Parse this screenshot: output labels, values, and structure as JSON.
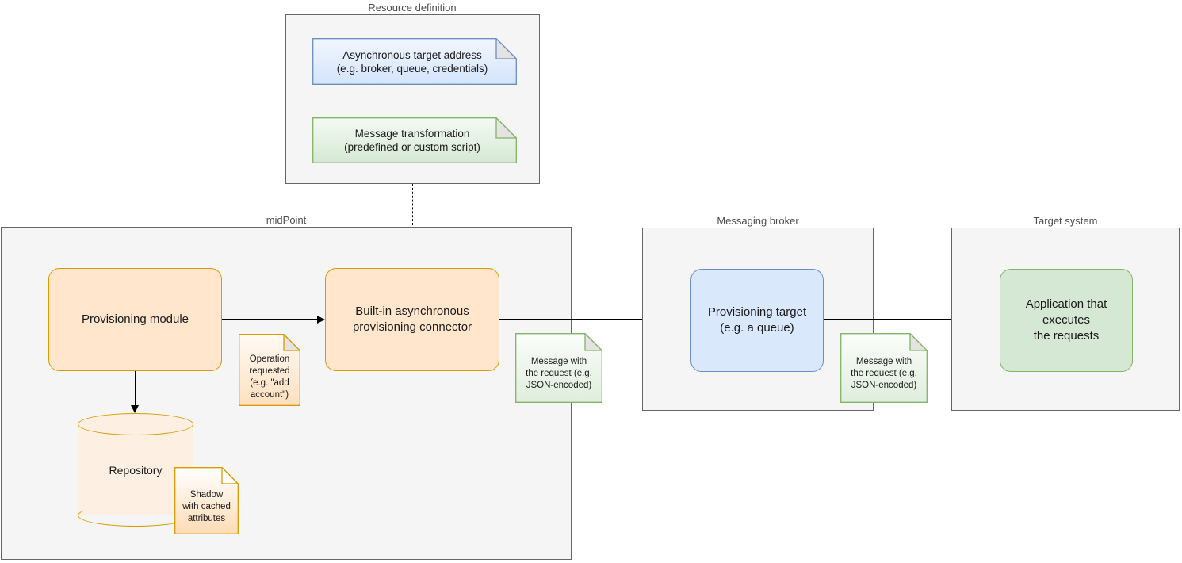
{
  "diagram": {
    "title_hidden": "",
    "colors": {
      "orange_fill": "#ffe6cc",
      "orange_stroke": "#d79b00",
      "blue_fill": "#dae8fc",
      "blue_stroke": "#6c8ebf",
      "green_fill": "#d5e8d4",
      "green_stroke": "#82b366",
      "container_fill": "#f5f5f5",
      "container_stroke": "#666666",
      "note_fold": "#e8e8e8",
      "text": "#1a1a1a",
      "label_text": "#4d4d4d"
    }
  },
  "containers": [
    {
      "id": "resource-definition",
      "label": "Resource definition"
    },
    {
      "id": "midpoint",
      "label": "midPoint"
    },
    {
      "id": "messaging-broker",
      "label": "Messaging broker"
    },
    {
      "id": "target-system",
      "label": "Target system"
    }
  ],
  "resource_definition": {
    "label": "Resource definition",
    "notes": [
      {
        "id": "async-target-address",
        "text": "Asynchronous target address\n(e.g. broker, queue, credentials)",
        "color": "blue"
      },
      {
        "id": "message-transformation",
        "text": "Message transformation\n(predefined or custom script)",
        "color": "green"
      }
    ]
  },
  "midpoint": {
    "label": "midPoint",
    "nodes": [
      {
        "id": "provisioning-module",
        "label": "Provisioning module",
        "color": "orange"
      },
      {
        "id": "async-provisioning-connector",
        "label": "Built-in asynchronous\nprovisioning connector",
        "color": "orange"
      },
      {
        "id": "repository",
        "label": "Repository",
        "color": "orange"
      }
    ],
    "notes": [
      {
        "id": "operation-requested",
        "text": "Operation\nrequested\n(e.g. \"add\naccount\")",
        "color": "orange"
      },
      {
        "id": "shadow-cached-attributes",
        "text": "Shadow\nwith cached\nattributes",
        "color": "orange"
      },
      {
        "id": "message-request-midpoint",
        "text": "Message with\nthe request (e.g.\nJSON-encoded)",
        "color": "green"
      }
    ]
  },
  "messaging_broker": {
    "label": "Messaging broker",
    "nodes": [
      {
        "id": "provisioning-target",
        "label": "Provisioning target\n(e.g. a queue)",
        "color": "blue"
      }
    ],
    "notes": [
      {
        "id": "message-request-broker",
        "text": "Message with\nthe request (e.g.\nJSON-encoded)",
        "color": "green"
      }
    ]
  },
  "target_system": {
    "label": "Target system",
    "nodes": [
      {
        "id": "application-executes-requests",
        "label": "Application that\nexecutes\nthe requests",
        "color": "green"
      }
    ]
  }
}
